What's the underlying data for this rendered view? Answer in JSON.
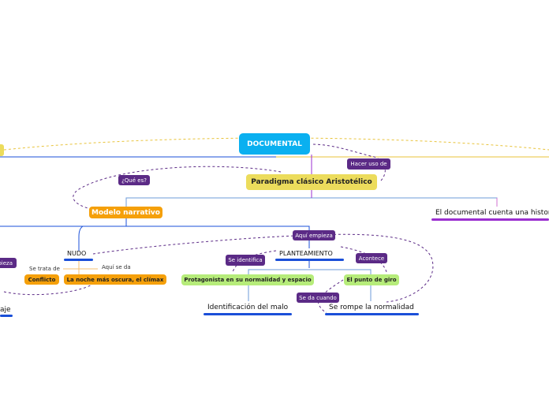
{
  "nodes": {
    "documental": "DOCUMENTAL",
    "paradigma": "Paradigma clásico Aristotélico",
    "modelo_narrativo": "Modelo narrativo",
    "documental_cuenta": "El documental cuenta una historia",
    "nudo": "NUDO",
    "planteamiento": "PLANTEAMIENTO",
    "conflicto": "Conflicto",
    "noche_oscura": "La noche más oscura, el clímax",
    "protagonista": "Protagonista en su normalidad y espacio",
    "punto_giro": "El punto de giro",
    "identificacion_malo": "Identificación del malo",
    "se_rompe": "Se rompe la normalidad",
    "left_fragment": "aje"
  },
  "tags": {
    "hacer_uso": "Hacer uso de",
    "que_es": "¿Qué es?",
    "aqui_empieza": "Aquí empieza",
    "aqui_empieza_left": "mpieza",
    "se_identifica": "Se identifica",
    "acontece": "Acontece",
    "se_da_cuando": "Se da cuando"
  },
  "labels": {
    "se_trata_de": "Se trata de",
    "aqui_se_da": "Aquí se da"
  },
  "colors": {
    "root": "#0ab0f0",
    "paradigma": "#ecdc5c",
    "modelo": "#f5a00a",
    "orange": "#f5a00a",
    "green": "#b6ec7a",
    "tag": "#5b2a86",
    "blue_line": "#1a4fd8",
    "purple_line": "#9b2fd0"
  }
}
